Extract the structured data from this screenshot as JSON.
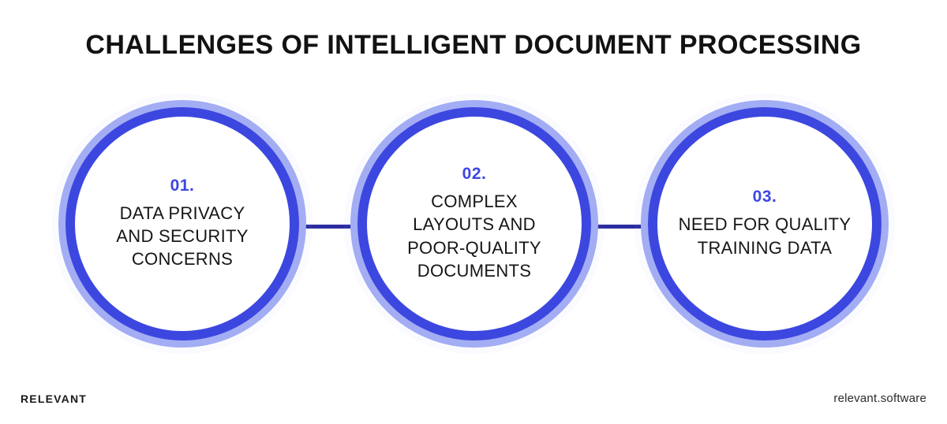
{
  "page": {
    "title": "Challenges of Intelligent Document Processing",
    "background_color": "#ffffff"
  },
  "colors": {
    "ring_outer": "#a3adf4",
    "ring_inner": "#3c47e0",
    "connector": "#2c2ca0",
    "number_text": "#3c47e0",
    "label_text": "#161616",
    "title_text": "#121212"
  },
  "items": [
    {
      "number": "01.",
      "label": "DATA PRIVACY\nAND SECURITY\nCONCERNS"
    },
    {
      "number": "02.",
      "label": "COMPLEX\nLAYOUTS AND\nPOOR-QUALITY\nDOCUMENTS"
    },
    {
      "number": "03.",
      "label": "NEED FOR QUALITY\nTRAINING DATA"
    }
  ],
  "footer": {
    "brand": "RELEVANT",
    "website": "relevant.software"
  }
}
